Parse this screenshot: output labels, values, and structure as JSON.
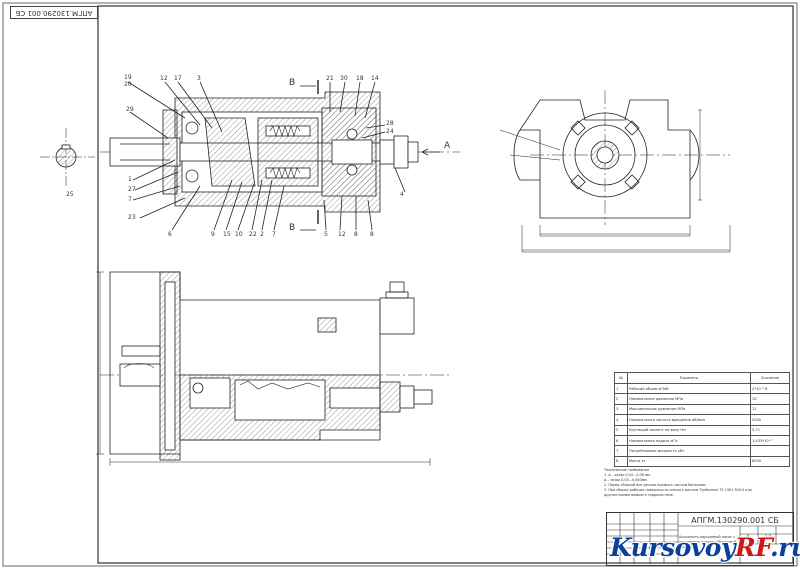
{
  "stamp_code": "АПГМ.130290.001 СБ",
  "section_letters": {
    "top": "В",
    "bottom": "В",
    "arrow": "А"
  },
  "callouts_top": [
    "19",
    "20",
    "12",
    "17",
    "3",
    "21",
    "30",
    "18",
    "14"
  ],
  "callouts_bottom": [
    "6",
    "9",
    "15",
    "10",
    "22",
    "2",
    "7",
    "5",
    "12",
    "8",
    "8"
  ],
  "callouts_left": [
    "29",
    "1",
    "27",
    "7",
    "23",
    "25"
  ],
  "callouts_right": [
    "28",
    "24",
    "4"
  ],
  "params_table": {
    "headers": [
      "№",
      "Параметр",
      "Значение"
    ],
    "rows": [
      [
        "1",
        "Рабочий объем  м³/об",
        "2*10⁻⁵·8"
      ],
      [
        "2",
        "Номинальное давление  МПа",
        "10"
      ],
      [
        "3",
        "Максимальное давление  МПа",
        "12"
      ],
      [
        "4",
        "Номинальная частота вращения  об/мин",
        "2000"
      ],
      [
        "5",
        "Крутящий момент на валу  Нм",
        "5,71"
      ],
      [
        "6",
        "Номинальная подача  м³/с",
        "1,433*10⁻⁴"
      ],
      [
        "7",
        "Потребляемая мощность  кВт",
        ""
      ],
      [
        "8",
        "Масса  кг",
        "6000"
      ]
    ]
  },
  "notes": [
    "Технические требования",
    "1. ∆ – зазор 0,04...0,06 мм",
    "   ∆ – зазор 0,03...0,040мм",
    "2. Перед сборкой все детали промыть чистым бензином.",
    "3. При сборке рабочие поверхности смазать маслом Турбинное ТУ 1361 30/14 или",
    "   другим применяемым в гидросистеме."
  ],
  "title_block": {
    "code": "АПГМ.130290.001 СБ",
    "title": "Аксиально-поршневой насос с наклонным диском Сборочный чертеж",
    "sheet": "У",
    "scale": "1:1"
  },
  "watermark": {
    "main": "Kursovoy",
    "accent": "RF",
    "suffix": ".ru"
  }
}
